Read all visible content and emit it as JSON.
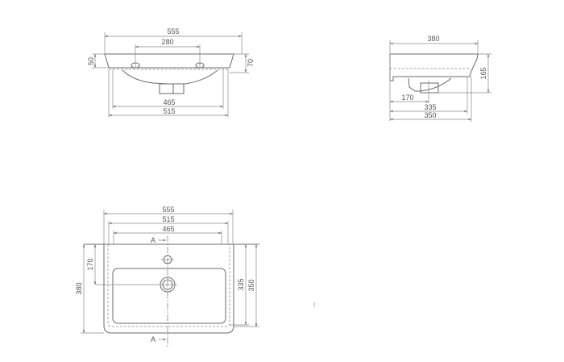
{
  "front_view": {
    "width_overall": "555",
    "tap_holes_spacing": "280",
    "inner_width": "465",
    "mount_width": "515",
    "rim_height_left": "50",
    "rim_height_right": "70"
  },
  "side_view": {
    "depth_overall": "380",
    "height": "165",
    "drain_offset": "170",
    "inner_depth": "335",
    "mount_depth": "350"
  },
  "plan_view": {
    "width_overall": "555",
    "mount_width": "515",
    "inner_width": "465",
    "drain_offset": "170",
    "depth_overall": "380",
    "inner_depth": "335",
    "mount_depth": "350",
    "section_label_top": "A",
    "section_label_bottom": "A"
  },
  "colors": {
    "line": "#6a6a6a",
    "text": "#555555"
  }
}
